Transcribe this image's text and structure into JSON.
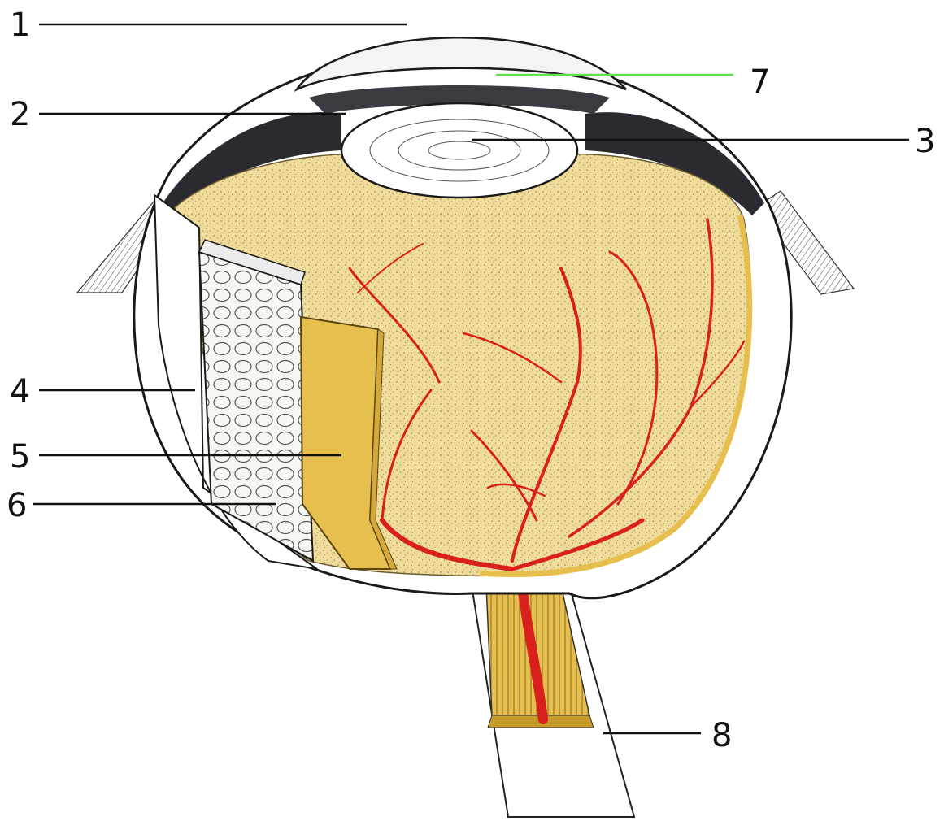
{
  "labels": [
    {
      "id": "1",
      "text": "1",
      "line_color": "#111111"
    },
    {
      "id": "2",
      "text": "2",
      "line_color": "#111111"
    },
    {
      "id": "3",
      "text": "3",
      "line_color": "#111111"
    },
    {
      "id": "4",
      "text": "4",
      "line_color": "#111111"
    },
    {
      "id": "5",
      "text": "5",
      "line_color": "#111111"
    },
    {
      "id": "6",
      "text": "6",
      "line_color": "#111111"
    },
    {
      "id": "7",
      "text": "7",
      "line_color": "#66dd55"
    },
    {
      "id": "8",
      "text": "8",
      "line_color": "#111111"
    }
  ],
  "colors": {
    "background": "#ffffff",
    "outline": "#1a1a1a",
    "vitreous": "#efdc9a",
    "stipple": "#8a7a4e",
    "retina_flap": "#e7bf4f",
    "vessel": "#d8201c",
    "choroid": "#f6f6f2",
    "dark_band": "#2a2a30",
    "lens": "#ffffff",
    "highlight_line": "#66dd55"
  }
}
